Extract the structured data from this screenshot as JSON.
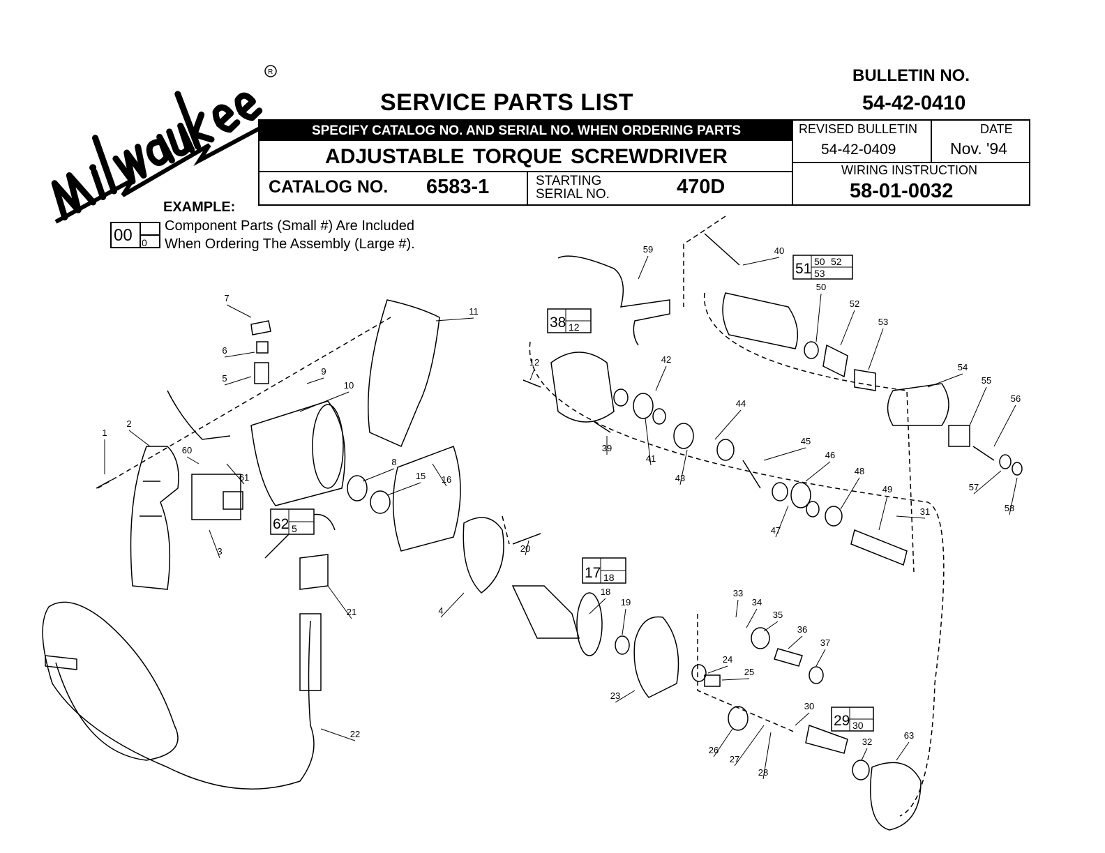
{
  "brand": "Milwaukee",
  "header": {
    "title": "SERVICE PARTS LIST",
    "bulletin_label": "BULLETIN NO.",
    "bulletin_no": "54-42-0410",
    "specify_bar": "SPECIFY CATALOG NO. AND SERIAL NO. WHEN ORDERING PARTS",
    "product_name": "ADJUSTABLE  TORQUE SCREWDRIVER",
    "catalog_label": "CATALOG NO.",
    "catalog_no": "6583-1",
    "starting_label": "STARTING",
    "serial_label": "SERIAL NO.",
    "serial_no": "470D",
    "revised_label": "REVISED BULLETIN",
    "revised_no": "54-42-0409",
    "date_label": "DATE",
    "date": "Nov. '94",
    "wiring_label": "WIRING INSTRUCTION",
    "wiring_no": "58-01-0032"
  },
  "example": {
    "label": "EXAMPLE:",
    "big": "00",
    "small": "0",
    "line1": "Component Parts (Small #) Are Included",
    "line2": "When Ordering The Assembly (Large #)."
  },
  "parts": [
    "1",
    "2",
    "3",
    "4",
    "5",
    "6",
    "7",
    "8",
    "9",
    "10",
    "11",
    "12",
    "15",
    "16",
    "17",
    "18",
    "19",
    "20",
    "21",
    "22",
    "23",
    "24",
    "25",
    "26",
    "27",
    "28",
    "29",
    "30",
    "31",
    "32",
    "33",
    "34",
    "35",
    "36",
    "37",
    "38",
    "39",
    "40",
    "41",
    "42",
    "43",
    "44",
    "45",
    "46",
    "47",
    "48",
    "49",
    "50",
    "51",
    "52",
    "53",
    "54",
    "55",
    "56",
    "57",
    "58",
    "59",
    "60",
    "61",
    "62",
    "63"
  ],
  "assemblies": {
    "a51": {
      "big": "51",
      "small": [
        "50",
        "52",
        "53"
      ]
    },
    "a38": {
      "big": "38",
      "small": [
        "12"
      ]
    },
    "a62": {
      "big": "62",
      "small": [
        "5"
      ]
    },
    "a17": {
      "big": "17",
      "small": [
        "18"
      ]
    },
    "a29": {
      "big": "29",
      "small": [
        "30"
      ]
    }
  }
}
